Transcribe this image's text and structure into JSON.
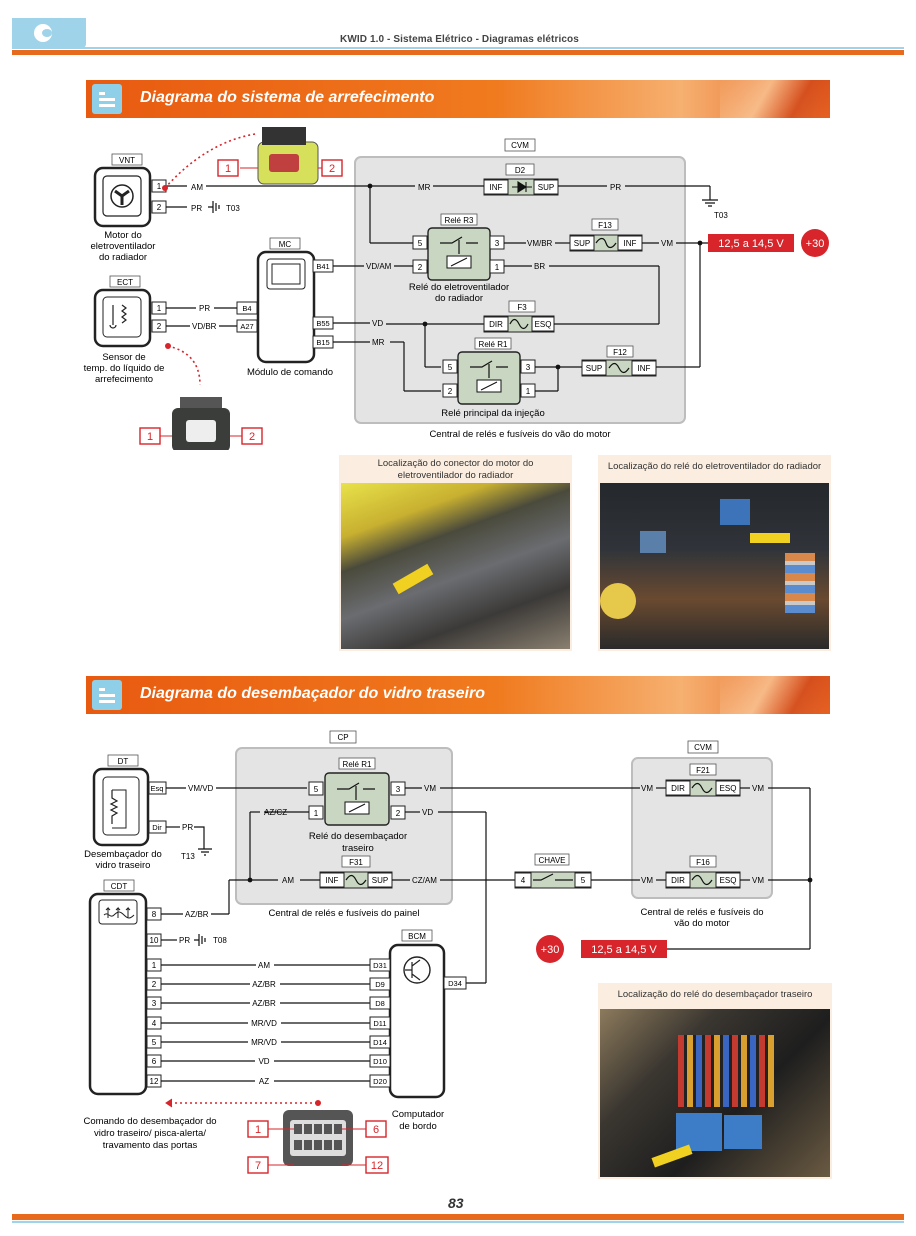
{
  "header": {
    "title": "KWID 1.0 - Sistema Elétrico - Diagramas elétricos"
  },
  "page_number": "83",
  "section1": {
    "title": "Diagrama do sistema de arrefecimento",
    "vnt": {
      "tag": "VNT",
      "pins": [
        "1",
        "2"
      ],
      "caption": [
        "Motor do",
        "eletroventilador",
        "do radiador"
      ],
      "wires": [
        "AM",
        "PR"
      ],
      "ground": "T03"
    },
    "ect": {
      "tag": "ECT",
      "pins": [
        "1",
        "2"
      ],
      "caption": [
        "Sensor de",
        "temp. do líquido de",
        "arrefecimento"
      ],
      "wires": [
        "PR",
        "VD/BR"
      ]
    },
    "mc": {
      "tag": "MC",
      "pins": [
        "B41",
        "B4",
        "A27",
        "B55",
        "B15"
      ],
      "caption": "Módulo de comando"
    },
    "cvm": {
      "tag": "CVM",
      "caption": "Central de relés e fusíveis do vão do motor"
    },
    "d2": {
      "tag": "D2",
      "left": "INF",
      "right": "SUP"
    },
    "relay_r3": {
      "tag": "Relé R3",
      "pins": [
        "5",
        "3",
        "2",
        "1"
      ],
      "caption": [
        "Relé do eletroventilador",
        "do radiador"
      ]
    },
    "relay_r1": {
      "tag": "Relé R1",
      "pins": [
        "5",
        "3",
        "2",
        "1"
      ],
      "caption": "Relé principal da injeção"
    },
    "f13": {
      "tag": "F13",
      "left": "SUP",
      "right": "INF"
    },
    "f3": {
      "tag": "F3",
      "left": "DIR",
      "right": "ESQ"
    },
    "f12": {
      "tag": "F12",
      "left": "SUP",
      "right": "INF"
    },
    "wires": {
      "mr": "MR",
      "pr": "PR",
      "vmbr": "VM/BR",
      "vm": "VM",
      "vdam": "VD/AM",
      "br": "BR",
      "vd": "VD",
      "mr2": "MR"
    },
    "ground_t03": "T03",
    "voltage": "12,5 a 14,5 V",
    "plus30": "+30",
    "conn_pins_top": [
      "1",
      "2"
    ],
    "conn_pins_bottom": [
      "1",
      "2"
    ],
    "photo1_caption": "Localização do conector do motor do eletroventilador do radiador",
    "photo2_caption": "Localização do relé do eletroventilador do radiador"
  },
  "section2": {
    "title": "Diagrama do desembaçador do vidro traseiro",
    "dt": {
      "tag": "DT",
      "pins": [
        "Esq",
        "Dir"
      ],
      "caption": [
        "Desembaçador do",
        "vidro traseiro"
      ],
      "wires": [
        "VM/VD",
        "PR"
      ],
      "ground": "T13"
    },
    "cp": {
      "tag": "CP",
      "caption": "Central de relés e fusíveis do painel"
    },
    "relay_r1": {
      "tag": "Relé R1",
      "pins": [
        "5",
        "3",
        "1",
        "2"
      ],
      "caption": [
        "Relé do desembaçador",
        "traseiro"
      ]
    },
    "f31": {
      "tag": "F31",
      "left": "INF",
      "right": "SUP"
    },
    "cp_wires": {
      "vm": "VM",
      "azcz": "AZ/CZ",
      "vd": "VD",
      "am": "AM",
      "czam": "CZ/AM"
    },
    "cvm": {
      "tag": "CVM",
      "caption": [
        "Central de relés e fusíveis do",
        "vão do motor"
      ]
    },
    "f21": {
      "tag": "F21",
      "left": "DIR",
      "right": "ESQ"
    },
    "f16": {
      "tag": "F16",
      "left": "DIR",
      "right": "ESQ"
    },
    "cvm_wires": {
      "vm": "VM"
    },
    "chave": {
      "tag": "CHAVE",
      "pins": [
        "4",
        "5"
      ]
    },
    "cdt": {
      "tag": "CDT",
      "pins": [
        "8",
        "10",
        "1",
        "2",
        "3",
        "4",
        "5",
        "6",
        "12"
      ],
      "caption": [
        "Comando do desembaçador do",
        "vidro traseiro/ pisca-alerta/",
        "travamento das portas"
      ]
    },
    "cdt_wires": [
      "AZ/BR",
      "PR",
      "AM",
      "AZ/BR",
      "AZ/BR",
      "MR/VD",
      "MR/VD",
      "VD",
      "AZ"
    ],
    "ground_t08": "T08",
    "bcm": {
      "tag": "BCM",
      "pins": [
        "D31",
        "D9",
        "D8",
        "D11",
        "D14",
        "D10",
        "D20",
        "D34"
      ],
      "caption": [
        "Computador",
        "de bordo"
      ]
    },
    "voltage": "12,5 a 14,5 V",
    "plus30": "+30",
    "conn_pins": [
      "1",
      "6",
      "7",
      "12"
    ],
    "photo_caption": "Localização do relé do desembaçador traseiro"
  },
  "colors": {
    "accent_orange": "#e86a1c",
    "light_blue": "#9fd3ea",
    "voltage_red": "#d7252b",
    "box_gray": "#e6e6e6",
    "relay_green": "#c9d6c2"
  }
}
